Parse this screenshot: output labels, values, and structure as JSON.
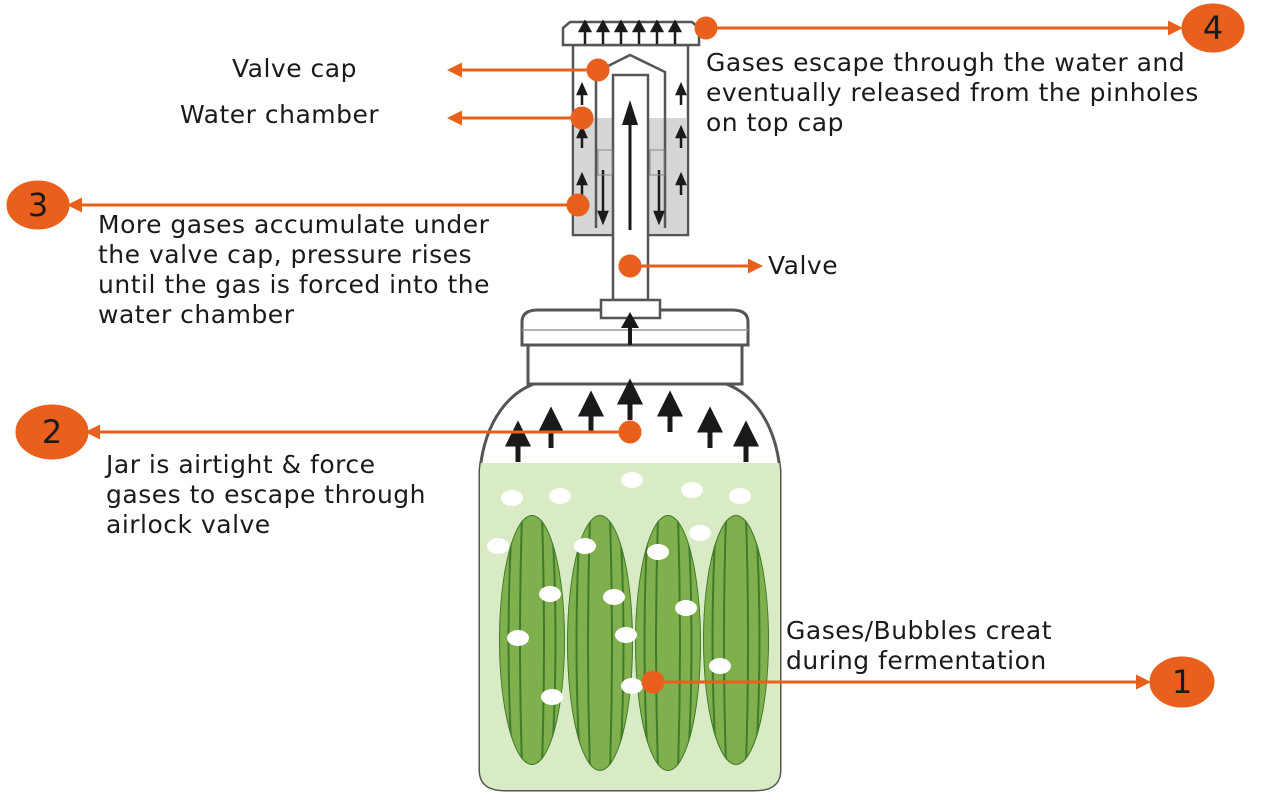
{
  "colors": {
    "accent": "#e8601c",
    "brine": "#d9ebc5",
    "cucumber": "#7fb04d",
    "cucumber_stripe": "#3f7a2a",
    "chamber_water": "#d6d6d6",
    "arrow": "#1a1a1a"
  },
  "labels": {
    "valve_cap": "Valve cap",
    "water_chamber": "Water chamber",
    "valve": "Valve",
    "step1": "Gases/Bubbles creat\nduring fermentation",
    "step2": "Jar is airtight & force\ngases to escape through\nairlock valve",
    "step3": "More gases accumulate under\nthe valve cap, pressure rises\nuntil the gas is forced into the\nwater chamber",
    "step4": "Gases escape through the water and\neventually released from the pinholes\non top cap"
  },
  "badges": {
    "b1": "1",
    "b2": "2",
    "b3": "3",
    "b4": "4"
  }
}
